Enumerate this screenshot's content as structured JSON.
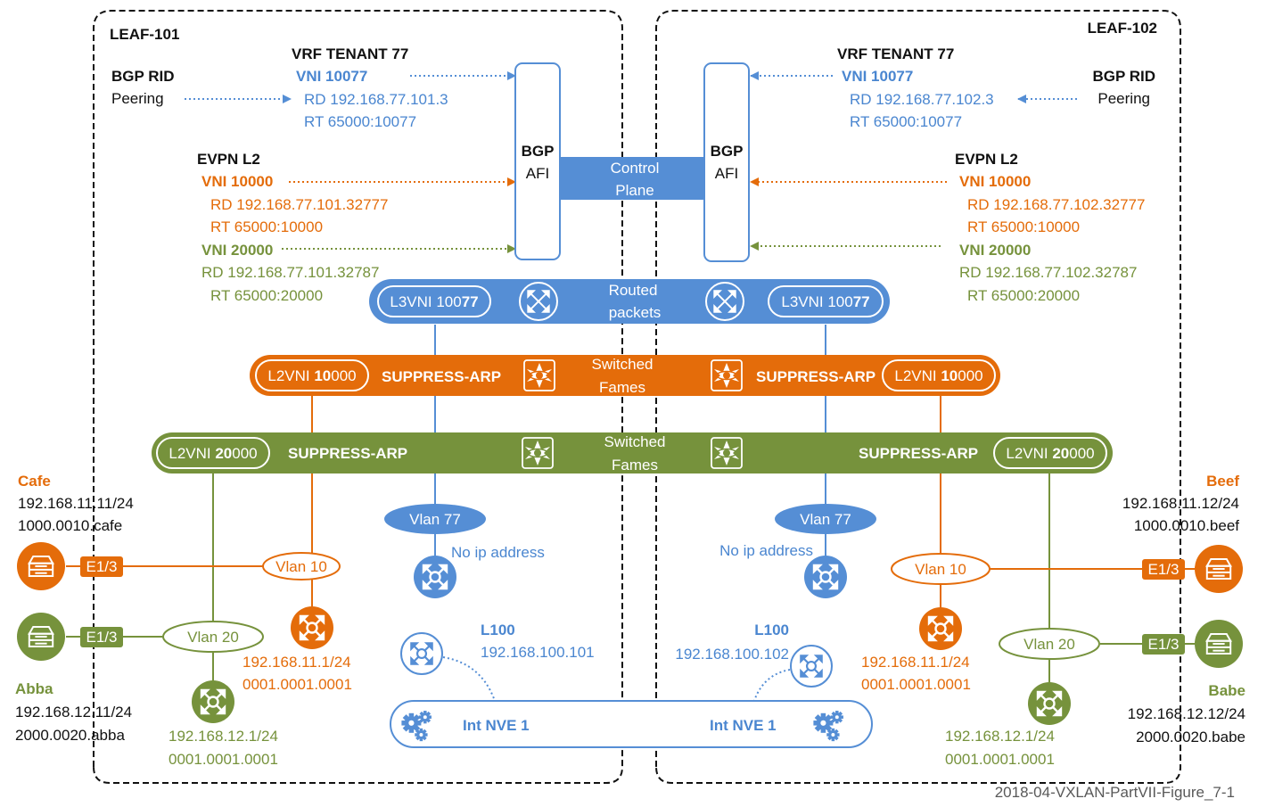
{
  "colors": {
    "blue": "#558ed5",
    "orange": "#e46c0a",
    "green": "#76923c",
    "black": "#111111"
  },
  "leaf101": {
    "title": "LEAF-101",
    "vrf": {
      "heading": "VRF TENANT 77",
      "vni": "VNI 10077",
      "rd": "RD 192.168.77.101.3",
      "rt": "RT 65000:10077"
    },
    "bgp_rid": {
      "heading": "BGP RID",
      "label": "Peering"
    },
    "evpn": {
      "heading": "EVPN L2",
      "vni10000": {
        "vni": "VNI 10000",
        "rd": "RD 192.168.77.101.32777",
        "rt": "RT 65000:10000"
      },
      "vni20000": {
        "vni": "VNI 20000",
        "rd": "RD 192.168.77.101.32787",
        "rt": "RT 65000:20000"
      }
    },
    "bgp_afi": {
      "line1": "BGP",
      "line2": "AFI"
    },
    "l3vni": {
      "prefix": "L3VNI 100",
      "bold": "77"
    },
    "l2vni10": {
      "prefix": "L2VNI ",
      "bold": "10",
      "suffix": "000"
    },
    "l2vni20": {
      "prefix": "L2VNI ",
      "bold": "20",
      "suffix": "000"
    },
    "suppress_arp_orange": "SUPPRESS-ARP",
    "suppress_arp_green": "SUPPRESS-ARP",
    "vlan77": "Vlan 77",
    "vlan77_note": "No ip address",
    "vlan10": "Vlan 10",
    "vlan20": "Vlan 20",
    "svi10": {
      "ip": "192.168.11.1/24",
      "mac": "0001.0001.0001"
    },
    "svi20": {
      "ip": "192.168.12.1/24",
      "mac": "0001.0001.0001"
    },
    "loopback": {
      "name": "L100",
      "ip": "192.168.100.101"
    },
    "nve": "Int NVE 1",
    "port_orange": "E1/3",
    "port_green": "E1/3"
  },
  "leaf102": {
    "title": "LEAF-102",
    "vrf": {
      "heading": "VRF TENANT 77",
      "vni": "VNI 10077",
      "rd": "RD 192.168.77.102.3",
      "rt": "RT 65000:10077"
    },
    "bgp_rid": {
      "heading": "BGP RID",
      "label": "Peering"
    },
    "evpn": {
      "heading": "EVPN L2",
      "vni10000": {
        "vni": "VNI 10000",
        "rd": "RD 192.168.77.102.32777",
        "rt": "RT 65000:10000"
      },
      "vni20000": {
        "vni": "VNI 20000",
        "rd": "RD 192.168.77.102.32787",
        "rt": "RT 65000:20000"
      }
    },
    "bgp_afi": {
      "line1": "BGP",
      "line2": "AFI"
    },
    "l3vni": {
      "prefix": "L3VNI 100",
      "bold": "77"
    },
    "l2vni10": {
      "prefix": "L2VNI ",
      "bold": "10",
      "suffix": "000"
    },
    "l2vni20": {
      "prefix": "L2VNI ",
      "bold": "20",
      "suffix": "000"
    },
    "suppress_arp_orange": "SUPPRESS-ARP",
    "suppress_arp_green": "SUPPRESS-ARP",
    "vlan77": "Vlan 77",
    "vlan77_note": "No ip address",
    "vlan10": "Vlan 10",
    "vlan20": "Vlan 20",
    "svi10": {
      "ip": "192.168.11.1/24",
      "mac": "0001.0001.0001"
    },
    "svi20": {
      "ip": "192.168.12.1/24",
      "mac": "0001.0001.0001"
    },
    "loopback": {
      "name": "L100",
      "ip": "192.168.100.102"
    },
    "nve": "Int NVE 1",
    "port_orange": "E1/3",
    "port_green": "E1/3"
  },
  "shared": {
    "control_plane": {
      "line1": "Control",
      "line2": "Plane"
    },
    "routed": {
      "line1": "Routed",
      "line2": "packets"
    },
    "switched_orange": {
      "line1": "Switched",
      "line2": "Fames"
    },
    "switched_green": {
      "line1": "Switched",
      "line2": "Fames"
    }
  },
  "hosts": {
    "cafe": {
      "name": "Cafe",
      "ip": "192.168.11.11/24",
      "mac": "1000.0010.cafe"
    },
    "abba": {
      "name": "Abba",
      "ip": "192.168.12.11/24",
      "mac": "2000.0020.abba"
    },
    "beef": {
      "name": "Beef",
      "ip": "192.168.11.12/24",
      "mac": "1000.0010.beef"
    },
    "babe": {
      "name": "Babe",
      "ip": "192.168.12.12/24",
      "mac": "2000.0020.babe"
    }
  },
  "caption": "2018-04-VXLAN-PartVII-Figure_7-1"
}
